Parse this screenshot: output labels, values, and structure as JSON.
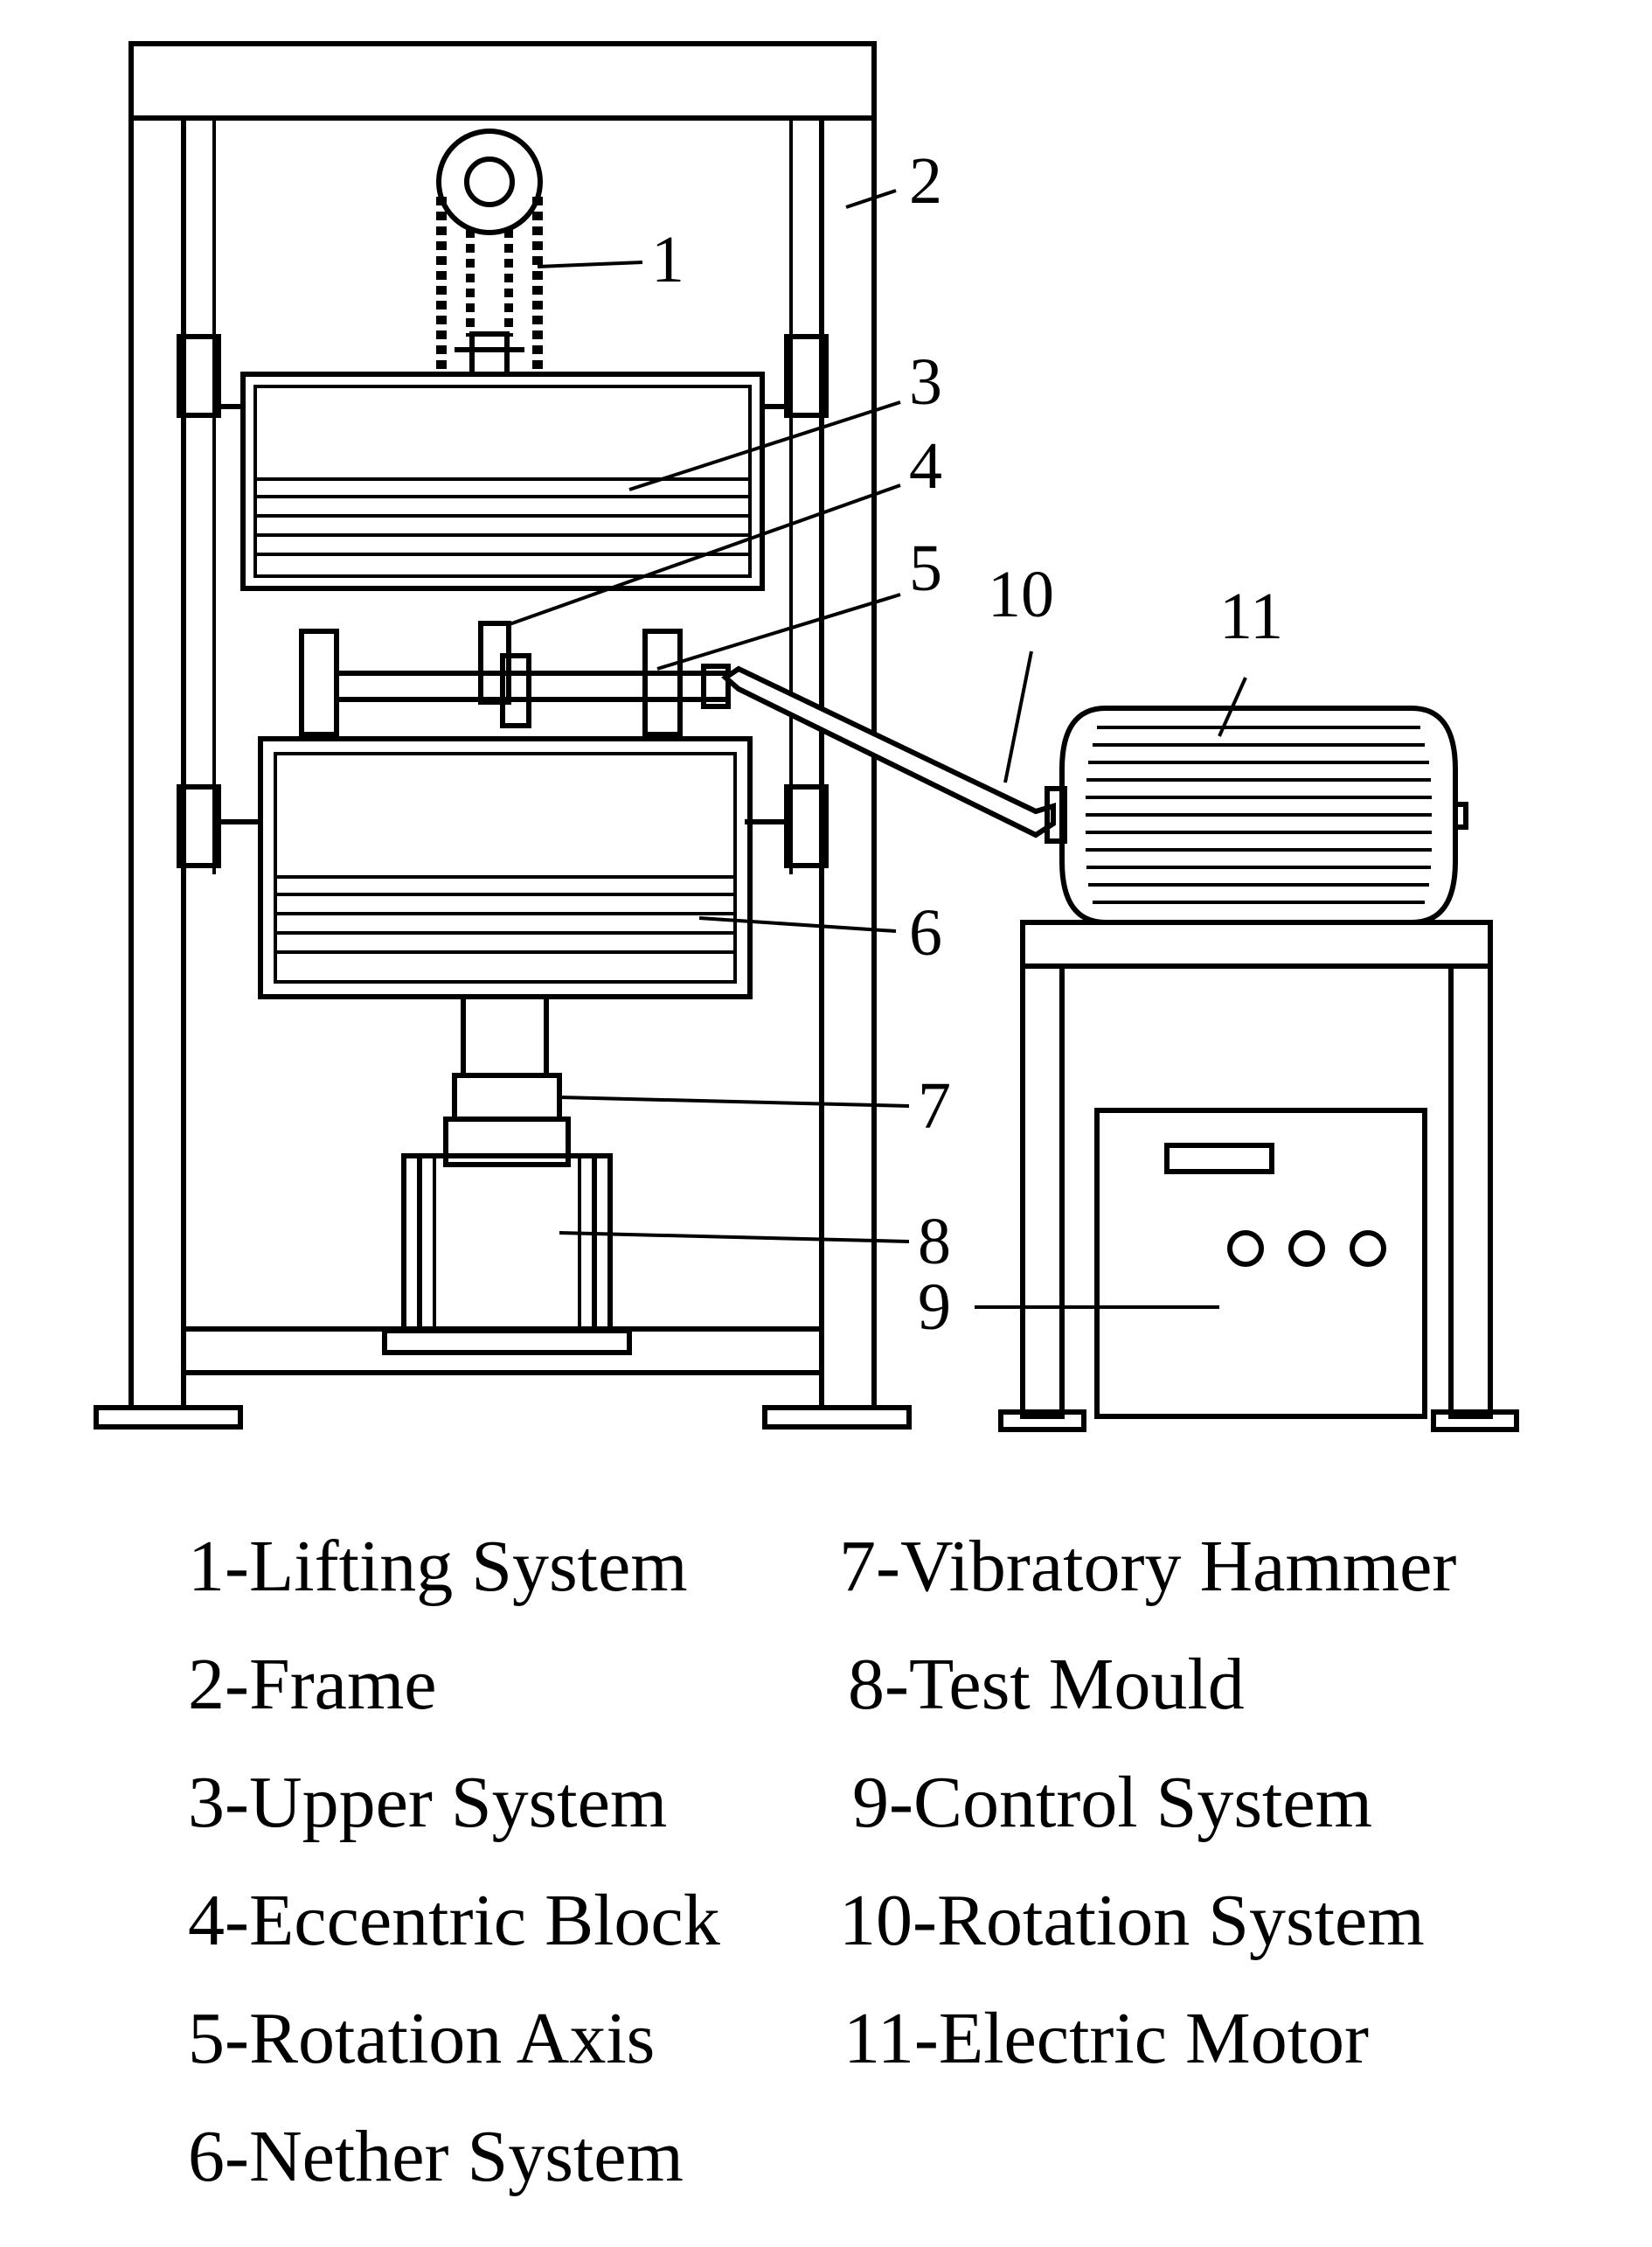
{
  "callouts": [
    "1",
    "2",
    "3",
    "4",
    "5",
    "6",
    "7",
    "8",
    "9",
    "10",
    "11"
  ],
  "legend": [
    "1-Lifting System",
    "2-Frame",
    "3-Upper System",
    "4-Eccentric Block",
    "5-Rotation Axis",
    "6-Nether System",
    "7-Vibratory Hammer",
    "8-Test Mould",
    "9-Control System",
    "10-Rotation System",
    "11-Electric Motor"
  ]
}
